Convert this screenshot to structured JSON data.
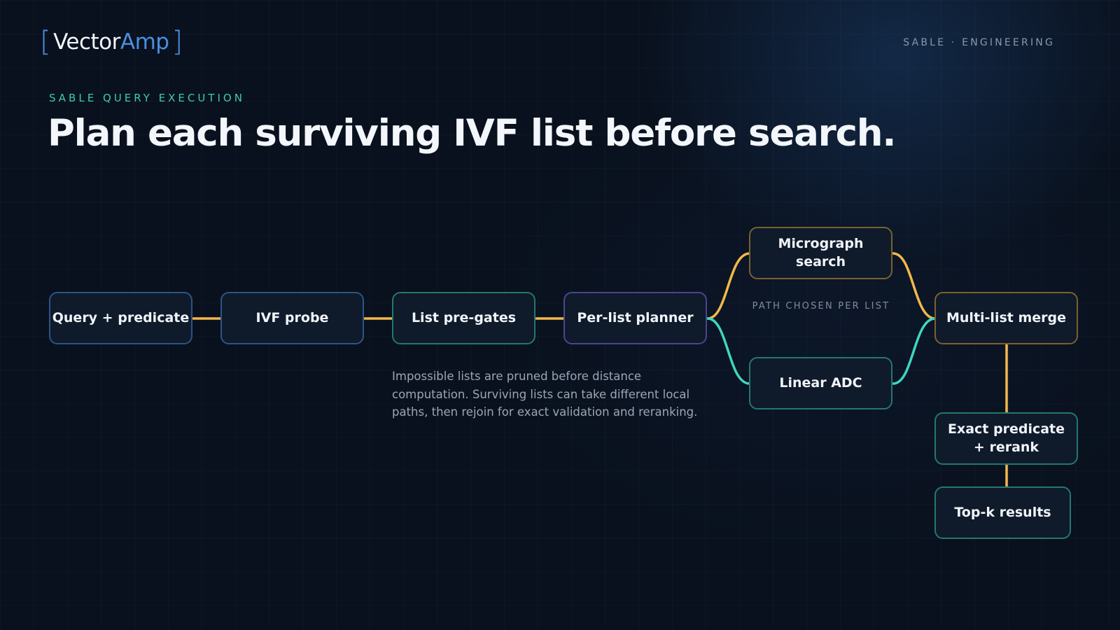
{
  "logo": {
    "open_bracket": "[",
    "word1": "Vector",
    "word2": "Amp",
    "close_bracket": "]"
  },
  "brand_tag": "SABLE · ENGINEERING",
  "eyebrow": "SABLE QUERY EXECUTION",
  "title": "Plan each surviving IVF list before search.",
  "nodes": {
    "query": "Query + predicate",
    "ivf_probe": "IVF probe",
    "pregates": "List pre-gates",
    "planner": "Per-list planner",
    "micrograph": "Micrograph search",
    "linear_adc": "Linear ADC",
    "merge": "Multi-list merge",
    "exact": "Exact predicate + rerank",
    "topk": "Top-k results"
  },
  "path_label": "PATH CHOSEN PER LIST",
  "note": "Impossible lists are pruned before distance computation. Surviving lists can take different local paths, then rejoin for exact validation and reranking.",
  "colors": {
    "background": "#09111e",
    "accent_blue": "#4a8fe0",
    "accent_teal": "#3fc9b3",
    "connector_amber": "#f2b84b",
    "connector_teal": "#3fd6c0",
    "border_blue": "#2d5486",
    "border_teal": "#24786c",
    "border_purple": "#4c4591",
    "border_amber": "#7a6130"
  }
}
